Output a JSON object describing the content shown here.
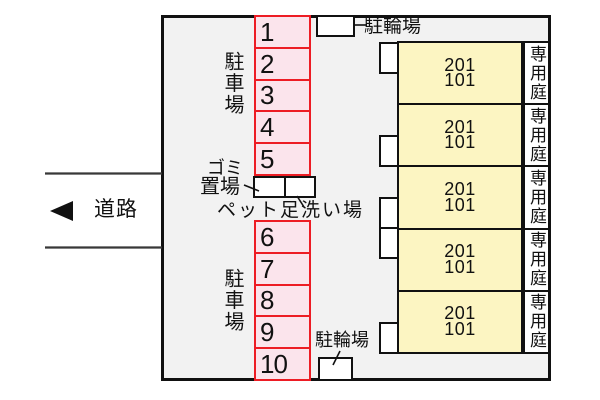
{
  "road": {
    "label": "道路",
    "arrow_direction": "left"
  },
  "parking_top": {
    "area_label": "駐車場",
    "spaces": [
      "1",
      "2",
      "3",
      "4",
      "5"
    ]
  },
  "parking_bottom": {
    "area_label": "駐車場",
    "spaces": [
      "6",
      "7",
      "8",
      "9",
      "10"
    ]
  },
  "bicycle_top": {
    "label": "駐輪場"
  },
  "bicycle_bottom": {
    "label": "駐輪場"
  },
  "garbage": {
    "line1": "ゴミ",
    "line2": "置場"
  },
  "pet_wash": {
    "label": "ペット足洗い場"
  },
  "building": {
    "units": [
      {
        "upper": "201",
        "lower": "101",
        "garden": "専用庭"
      },
      {
        "upper": "201",
        "lower": "101",
        "garden": "専用庭"
      },
      {
        "upper": "201",
        "lower": "101",
        "garden": "専用庭"
      },
      {
        "upper": "201",
        "lower": "101",
        "garden": "専用庭"
      },
      {
        "upper": "201",
        "lower": "101",
        "garden": "専用庭"
      }
    ]
  },
  "colors": {
    "site_background": "#f2f2f2",
    "outline": "#111111",
    "parking_fill": "#fbe4ec",
    "parking_border": "#ed1c24",
    "unit_fill": "#fcf5c2",
    "box_fill": "#ffffff",
    "road_line": "#383838"
  }
}
